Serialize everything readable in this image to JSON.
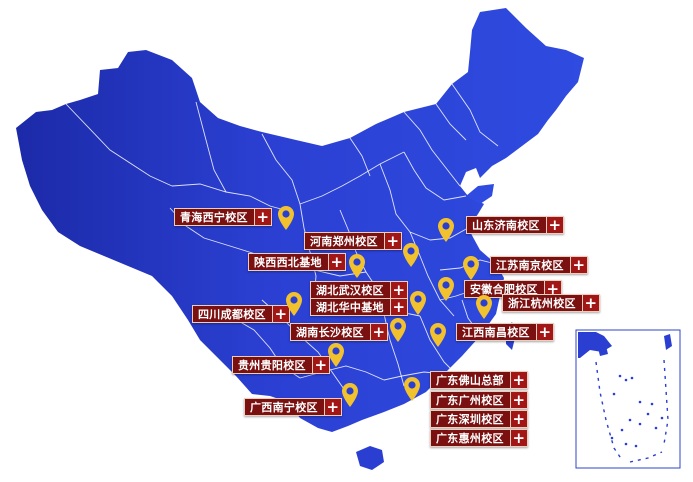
{
  "map": {
    "land_color": "#2a3fd1",
    "land_dark": "#1c2aa8",
    "boundary_color": "#ffffff",
    "pin_color": "#f2c12e",
    "label_bg": "#7a1010",
    "plus_bg": "#a31616",
    "plus_glyph": "+"
  },
  "campuses": [
    {
      "label": "青海西宁校区"
    },
    {
      "label": "河南郑州校区"
    },
    {
      "label": "山东济南校区"
    },
    {
      "label": "陕西西北基地"
    },
    {
      "label": "江苏南京校区"
    },
    {
      "label": "湖北武汉校区"
    },
    {
      "label": "安徽合肥校区"
    },
    {
      "label": "四川成都校区"
    },
    {
      "label": "湖北华中基地"
    },
    {
      "label": "浙江杭州校区"
    },
    {
      "label": "湖南长沙校区"
    },
    {
      "label": "江西南昌校区"
    },
    {
      "label": "贵州贵阳校区"
    },
    {
      "label": "广东佛山总部"
    },
    {
      "label": "广西南宁校区"
    },
    {
      "label": "广东广州校区"
    },
    {
      "label": "广东深圳校区"
    },
    {
      "label": "广东惠州校区"
    }
  ]
}
